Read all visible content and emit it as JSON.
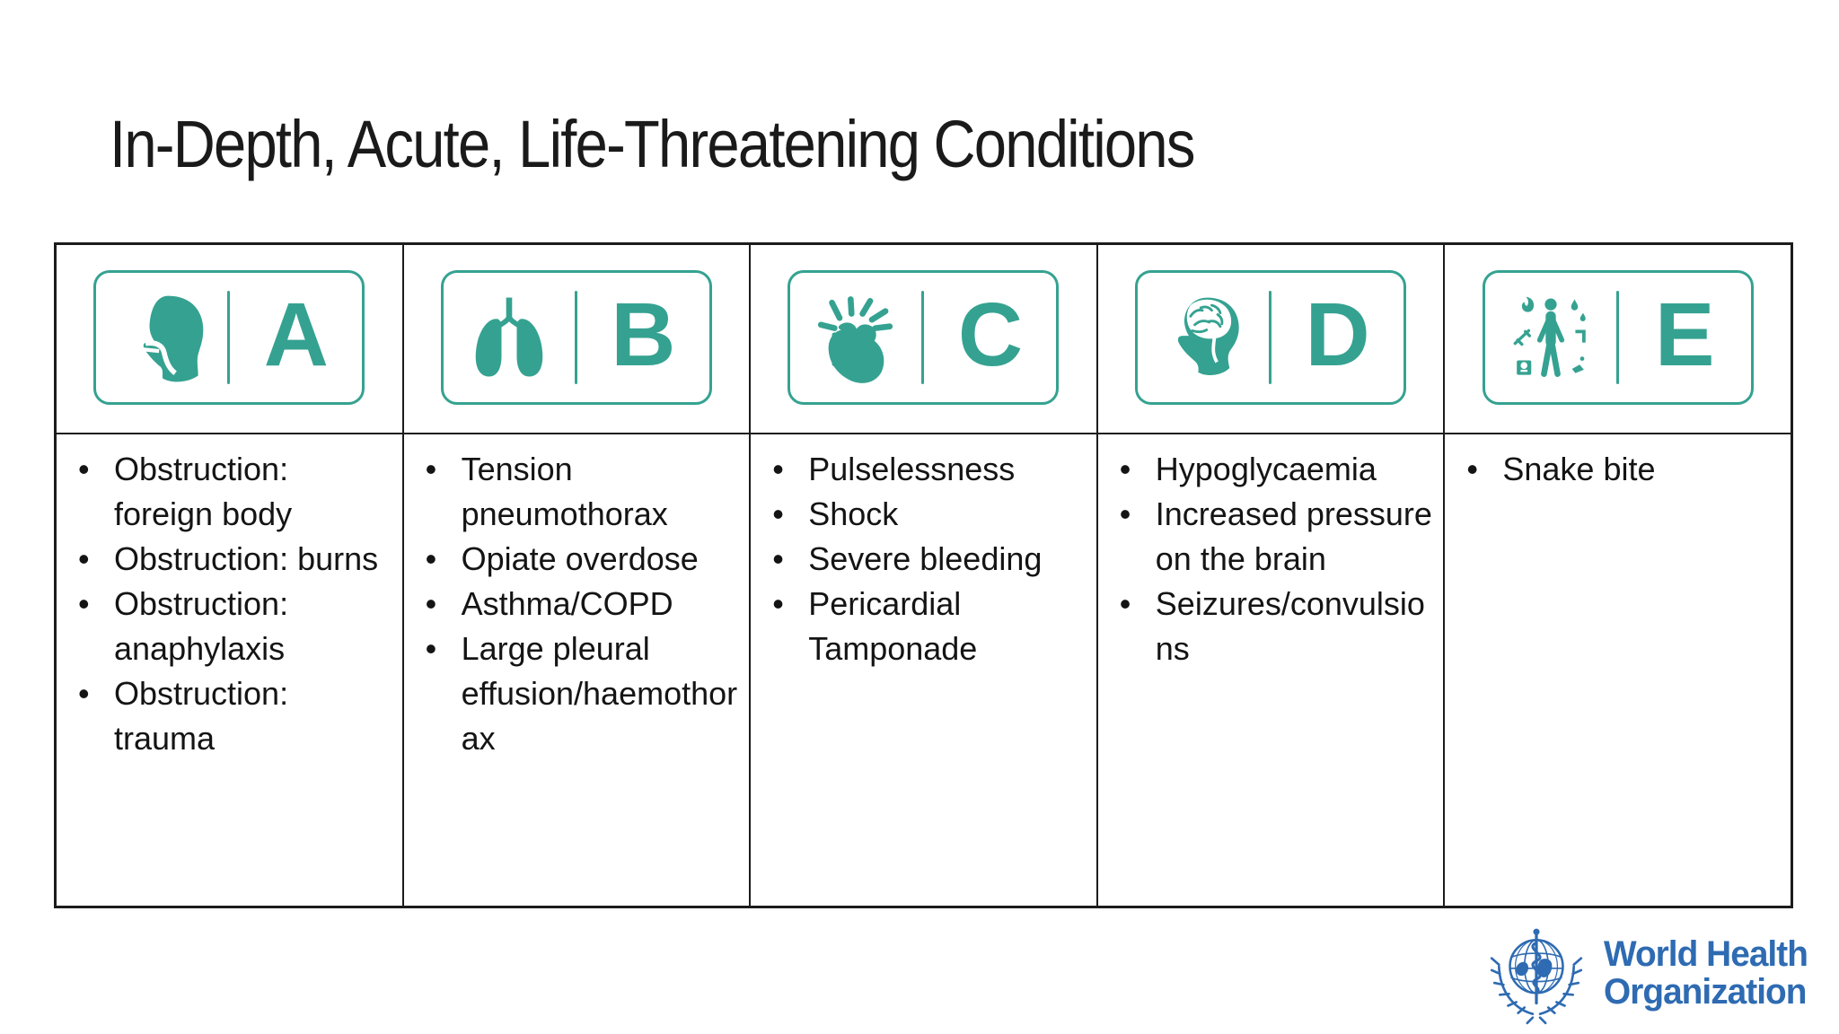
{
  "slide": {
    "title": "In-Depth, Acute, Life-Threatening Conditions",
    "colors": {
      "accent_teal": "#35a291",
      "table_border": "#1c1c1c",
      "body_text": "#141414",
      "who_blue": "#2e6bb2"
    },
    "columns": [
      {
        "letter": "A",
        "icon": "airway-head-icon",
        "items": [
          "Obstruction: foreign body",
          "Obstruction: burns",
          "Obstruction: anaphylaxis",
          "Obstruction: trauma"
        ]
      },
      {
        "letter": "B",
        "icon": "lungs-icon",
        "items": [
          "Tension pneumothorax",
          "Opiate overdose",
          "Asthma/COPD",
          "Large pleural effusion/haemothorax"
        ]
      },
      {
        "letter": "C",
        "icon": "heart-icon",
        "items": [
          "Pulselessness",
          "Shock",
          "Severe bleeding",
          "Pericardial Tamponade"
        ]
      },
      {
        "letter": "D",
        "icon": "brain-head-icon",
        "items": [
          "Hypoglycaemia",
          "Increased pressure on the brain",
          "Seizures/convulsions"
        ]
      },
      {
        "letter": "E",
        "icon": "exposure-body-icon",
        "items": [
          "Snake bite"
        ]
      }
    ],
    "footer": {
      "logo": "who-emblem-icon",
      "org_line1": "World Health",
      "org_line2": "Organization"
    }
  }
}
